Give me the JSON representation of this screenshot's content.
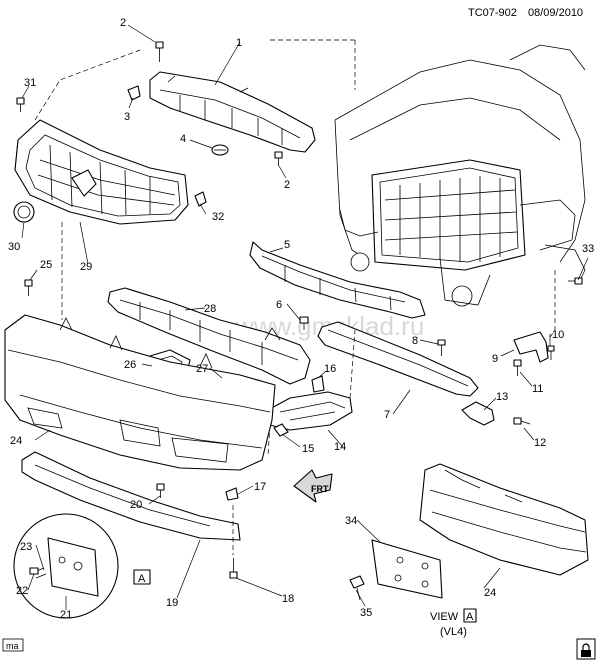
{
  "header": {
    "drawing_id": "TC07-902",
    "date": "08/09/2010"
  },
  "watermark": "www.gmsklad.ru",
  "corner_tag": "ma",
  "view_box": {
    "word": "VIEW",
    "letter": "A",
    "variant": "(VL4)"
  },
  "ref_box_letter": "A",
  "front_arrow": "FRT",
  "callouts": [
    "1",
    "2",
    "2",
    "3",
    "4",
    "5",
    "6",
    "7",
    "8",
    "9",
    "10",
    "11",
    "12",
    "13",
    "14",
    "15",
    "16",
    "17",
    "18",
    "19",
    "20",
    "21",
    "22",
    "23",
    "24",
    "24",
    "25",
    "26",
    "27",
    "28",
    "29",
    "30",
    "31",
    "32",
    "33",
    "34",
    "35"
  ]
}
